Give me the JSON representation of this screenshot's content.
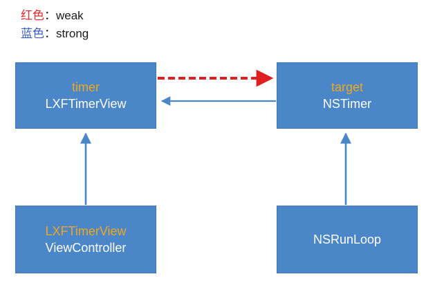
{
  "legend": {
    "rows": [
      {
        "key": "红色",
        "separator": "：",
        "value": "weak",
        "color": "#e8282a"
      },
      {
        "key": "蓝色",
        "separator": "：",
        "value": "strong",
        "color": "#3b5ec4"
      }
    ]
  },
  "nodes": {
    "timerview": {
      "accent_label": "timer",
      "main_label": "LXFTimerView"
    },
    "nstimer": {
      "accent_label": "target",
      "main_label": "NSTimer"
    },
    "viewcontroller": {
      "accent_label": "LXFTimerView",
      "main_label": "ViewController"
    },
    "nsrunloop": {
      "accent_label": "",
      "main_label": "NSRunLoop"
    }
  },
  "edges": [
    {
      "name": "timerview-to-nstimer-weak",
      "style": "dashed",
      "color": "#e02020",
      "direction": "right",
      "semantic": "weak"
    },
    {
      "name": "nstimer-to-timerview-strong",
      "style": "solid",
      "color": "#4a86c8",
      "direction": "left",
      "semantic": "strong"
    },
    {
      "name": "viewcontroller-to-timerview-strong",
      "style": "solid",
      "color": "#4a86c8",
      "direction": "up",
      "semantic": "strong"
    },
    {
      "name": "nsrunloop-to-nstimer-strong",
      "style": "solid",
      "color": "#4a86c8",
      "direction": "up",
      "semantic": "strong"
    }
  ],
  "colors": {
    "node_fill": "#4a86c8",
    "node_border": "#3f79b8",
    "accent_text": "#f0a81e",
    "main_text": "#ffffff",
    "weak_arrow": "#e02020",
    "strong_arrow": "#4a86c8",
    "background": "#ffffff"
  }
}
